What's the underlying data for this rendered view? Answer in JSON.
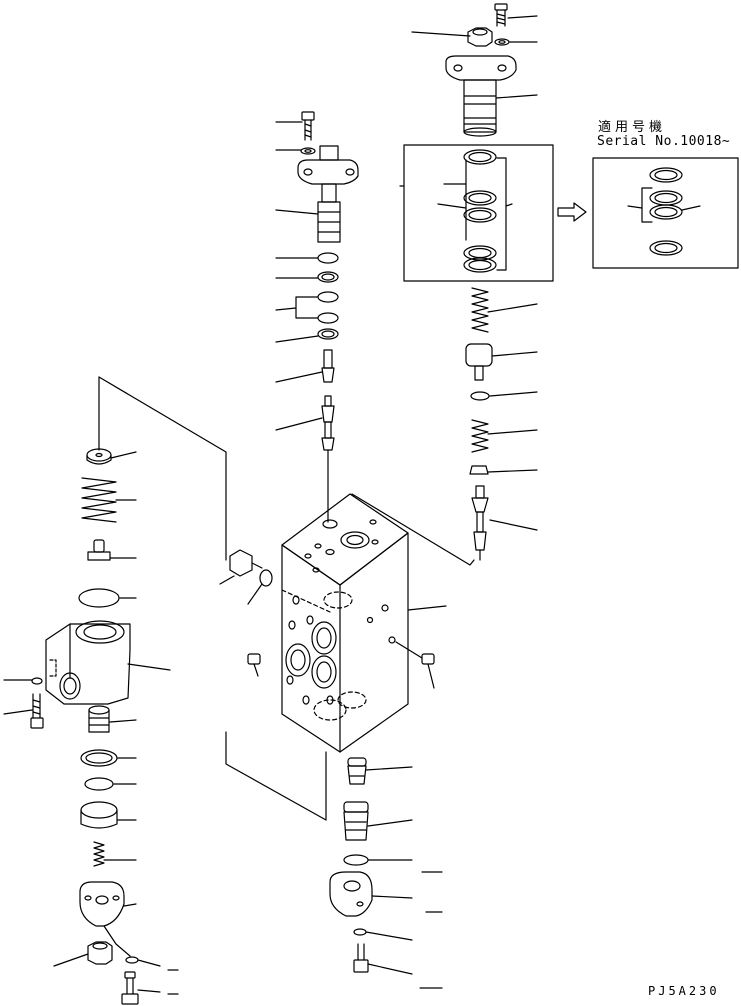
{
  "note": {
    "applicable_label": "適用号機",
    "serial": "Serial No.10018~"
  },
  "drawing_code": "PJ5A230",
  "colors": {
    "line": "#000000",
    "background": "#ffffff"
  }
}
